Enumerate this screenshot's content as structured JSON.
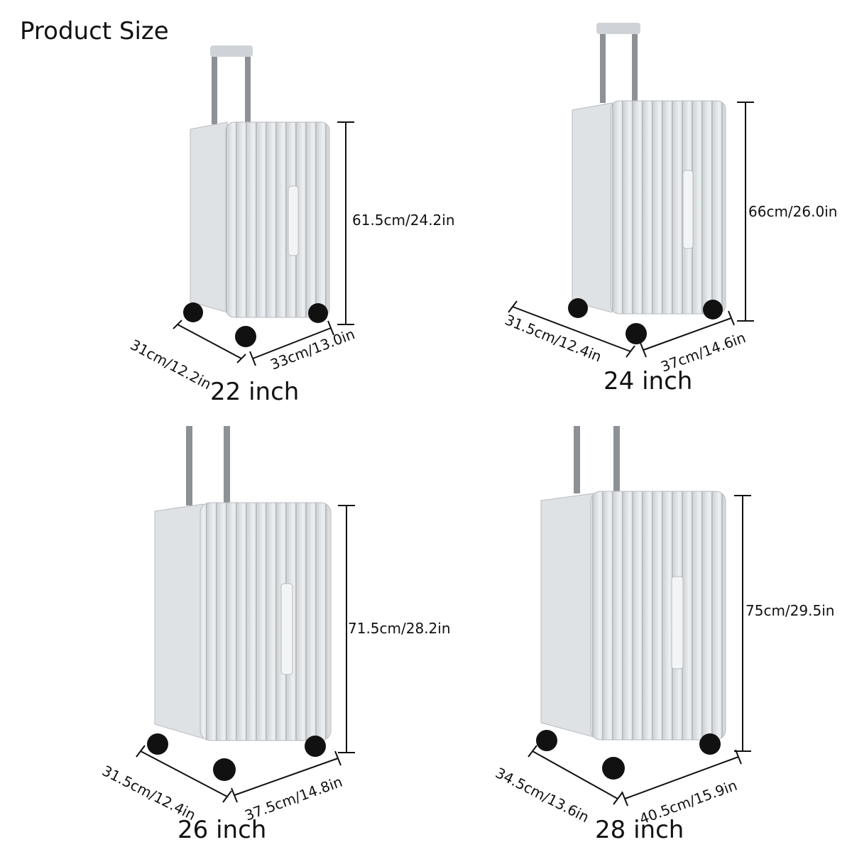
{
  "page": {
    "title": "Product Size"
  },
  "suitcases": [
    {
      "size": "22 inch",
      "height": "61.5cm/24.2in",
      "depth": "31cm/12.2in",
      "width": "33cm/13.0in"
    },
    {
      "size": "24 inch",
      "height": "66cm/26.0in",
      "depth": "31.5cm/12.4in",
      "width": "37cm/14.6in"
    },
    {
      "size": "26 inch",
      "height": "71.5cm/28.2in",
      "depth": "31.5cm/12.4in",
      "width": "37.5cm/14.8in"
    },
    {
      "size": "28 inch",
      "height": "75cm/29.5in",
      "depth": "34.5cm/13.6in",
      "width": "40.5cm/15.9in"
    }
  ],
  "colors": {
    "shell": "#e6e9ec",
    "shell_shadow": "#c8ccd1",
    "handle": "#8d9196",
    "wheel": "#111111",
    "line": "#111111"
  }
}
